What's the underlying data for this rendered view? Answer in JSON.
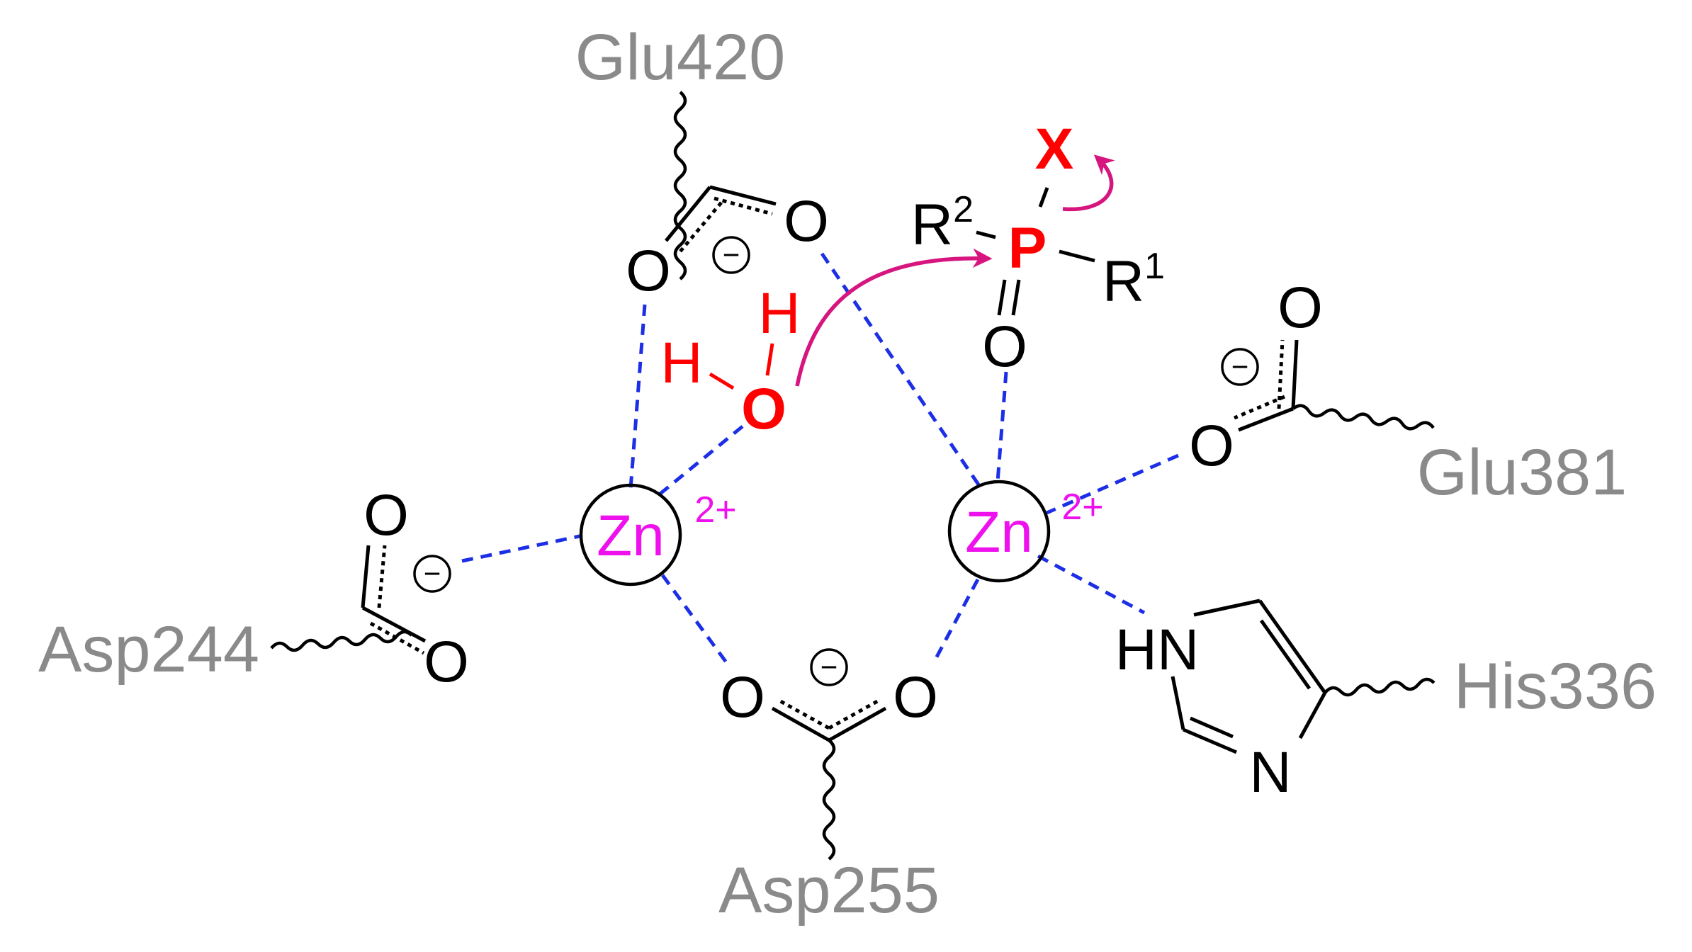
{
  "residues": {
    "glu420": "Glu420",
    "glu381": "Glu381",
    "asp244": "Asp244",
    "asp255": "Asp255",
    "his336": "His336"
  },
  "metals": {
    "left": {
      "symbol": "Zn",
      "charge": "2+"
    },
    "right": {
      "symbol": "Zn",
      "charge": "2+"
    }
  },
  "atoms": {
    "oxygen": "O",
    "nitrogen": "N",
    "his_nh": "HN",
    "phosphorus": "P",
    "hydrogen": "H",
    "leaving_group": "X",
    "minus": "−"
  },
  "substituents": {
    "r1": {
      "base": "R",
      "sup": "1"
    },
    "r2": {
      "base": "R",
      "sup": "2"
    }
  },
  "colors": {
    "residue_gray": "#8a8a8a",
    "coordination_blue": "#1c2fe6",
    "zinc_magenta": "#ee11ee",
    "water_red": "#ff0000",
    "arrow_magenta": "#d6157f",
    "bond_black": "#000000"
  }
}
